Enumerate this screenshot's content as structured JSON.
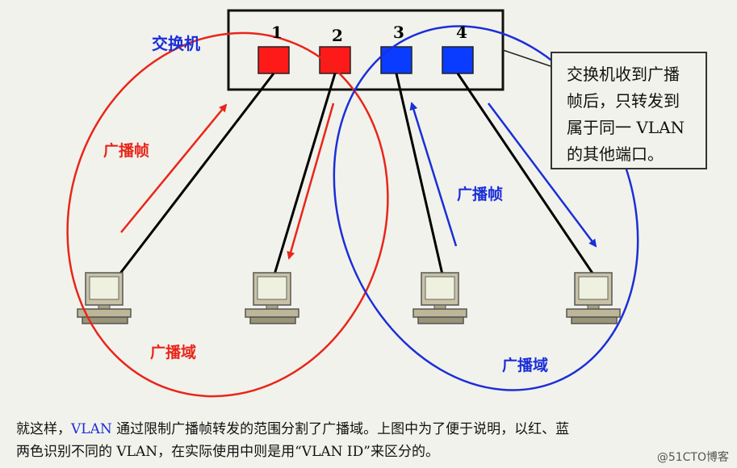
{
  "switch": {
    "label": "交换机",
    "ports": [
      {
        "number": "1",
        "color": "#ff1a1a"
      },
      {
        "number": "2",
        "color": "#ff1a1a"
      },
      {
        "number": "3",
        "color": "#0a3cff"
      },
      {
        "number": "4",
        "color": "#0a3cff"
      }
    ]
  },
  "note": {
    "line1": "交换机收到广播",
    "line2": "帧后，只转发到",
    "line3": "属于同一 VLAN",
    "line4": "的其他端口。"
  },
  "left_domain": {
    "frame_label": "广播帧",
    "domain_label": "广播域",
    "color": "#e8261a"
  },
  "right_domain": {
    "frame_label": "广播帧",
    "domain_label": "广播域",
    "color": "#1a2fd8"
  },
  "caption": {
    "line1_a": "就这样，",
    "line1_vlan": "VLAN",
    "line1_b": " 通过限制广播帧转发的范围分割了广播域。上图中为了便于说明，以红、蓝",
    "line2": "两色识别不同的 VLAN，在实际使用中则是用“VLAN ID”来区分的。"
  },
  "watermark": "@51CTO博客"
}
